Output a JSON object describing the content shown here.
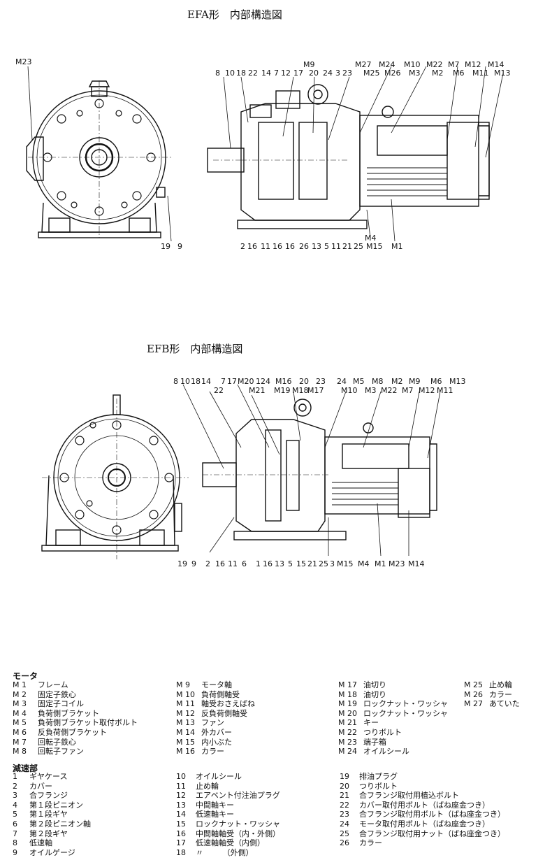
{
  "diagram_a": {
    "title": "EFA形　内部構造図",
    "labels_top": [
      "8",
      "10",
      "18",
      "22",
      "14",
      "7",
      "12",
      "17",
      "20",
      "24",
      "3",
      "23",
      "M27",
      "M24",
      "M10",
      "M22",
      "M7",
      "M12",
      "M14",
      "M9",
      "M25",
      "M26",
      "M3",
      "M2",
      "M6",
      "M11",
      "M13"
    ],
    "label_m23": "M23",
    "labels_bottom": [
      "2",
      "16",
      "11",
      "16",
      "16",
      "26",
      "13",
      "5",
      "11",
      "21",
      "25",
      "M15",
      "M1",
      "M4"
    ],
    "labels_left_bottom": [
      "19",
      "9"
    ]
  },
  "diagram_b": {
    "title": "EFB形　内部構造図",
    "labels_top": [
      "8",
      "10",
      "18",
      "14",
      "7",
      "17",
      "M20",
      "12",
      "4",
      "M16",
      "20",
      "23",
      "24",
      "M5",
      "M8",
      "M2",
      "M9",
      "M6",
      "M13",
      "22",
      "M21",
      "M19",
      "M18",
      "M17",
      "M10",
      "M3",
      "M22",
      "M7",
      "M12",
      "M11"
    ],
    "labels_bottom": [
      "2",
      "16",
      "11",
      "6",
      "1",
      "16",
      "13",
      "5",
      "15",
      "21",
      "25",
      "3",
      "M15",
      "M4",
      "M1",
      "M23",
      "M14"
    ],
    "labels_left_bottom": [
      "19",
      "9"
    ]
  },
  "legend": {
    "motor_header": "モータ",
    "motor_items": [
      {
        "code": "M 1",
        "name": "フレーム"
      },
      {
        "code": "M 2",
        "name": "固定子鉄心"
      },
      {
        "code": "M 3",
        "name": "固定子コイル"
      },
      {
        "code": "M 4",
        "name": "負荷側ブラケット"
      },
      {
        "code": "M 5",
        "name": "負荷側ブラケット取付ボルト"
      },
      {
        "code": "M 6",
        "name": "反負荷側ブラケット"
      },
      {
        "code": "M 7",
        "name": "回転子鉄心"
      },
      {
        "code": "M 8",
        "name": "回転子ファン"
      },
      {
        "code": "M 9",
        "name": "モータ軸"
      },
      {
        "code": "M 10",
        "name": "負荷側軸受"
      },
      {
        "code": "M 11",
        "name": "軸受おさえばね"
      },
      {
        "code": "M 12",
        "name": "反負荷側軸受"
      },
      {
        "code": "M 13",
        "name": "ファン"
      },
      {
        "code": "M 14",
        "name": "外カバー"
      },
      {
        "code": "M 15",
        "name": "内小ぶた"
      },
      {
        "code": "M 16",
        "name": "カラー"
      },
      {
        "code": "M 17",
        "name": "油切り"
      },
      {
        "code": "M 18",
        "name": "油切り"
      },
      {
        "code": "M 19",
        "name": "ロックナット・ワッシャ"
      },
      {
        "code": "M 20",
        "name": "ロックナット・ワッシャ"
      },
      {
        "code": "M 21",
        "name": "キー"
      },
      {
        "code": "M 22",
        "name": "つりボルト"
      },
      {
        "code": "M 23",
        "name": "端子箱"
      },
      {
        "code": "M 24",
        "name": "オイルシール"
      },
      {
        "code": "M 25",
        "name": "止め輪"
      },
      {
        "code": "M 26",
        "name": "カラー"
      },
      {
        "code": "M 27",
        "name": "あていた"
      }
    ],
    "reducer_header": "減速部",
    "reducer_items": [
      {
        "code": "1",
        "name": "ギヤケース"
      },
      {
        "code": "2",
        "name": "カバー"
      },
      {
        "code": "3",
        "name": "合フランジ"
      },
      {
        "code": "4",
        "name": "第１段ピニオン"
      },
      {
        "code": "5",
        "name": "第１段ギヤ"
      },
      {
        "code": "6",
        "name": "第２段ピニオン軸"
      },
      {
        "code": "7",
        "name": "第２段ギヤ"
      },
      {
        "code": "8",
        "name": "低速軸"
      },
      {
        "code": "9",
        "name": "オイルゲージ"
      },
      {
        "code": "10",
        "name": "オイルシール"
      },
      {
        "code": "11",
        "name": "止め輪"
      },
      {
        "code": "12",
        "name": "エアベント付注油プラグ"
      },
      {
        "code": "13",
        "name": "中間軸キー"
      },
      {
        "code": "14",
        "name": "低速軸キー"
      },
      {
        "code": "15",
        "name": "ロックナット・ワッシャ"
      },
      {
        "code": "16",
        "name": "中間軸軸受（内・外側）"
      },
      {
        "code": "17",
        "name": "低速軸軸受（内側）"
      },
      {
        "code": "18",
        "name": "〃　　　（外側）"
      },
      {
        "code": "19",
        "name": "排油プラグ"
      },
      {
        "code": "20",
        "name": "つりボルト"
      },
      {
        "code": "21",
        "name": "合フランジ取付用植込ボルト"
      },
      {
        "code": "22",
        "name": "カバー取付用ボルト（ばね座金つき）"
      },
      {
        "code": "23",
        "name": "合フランジ取付用ボルト（ばね座金つき）"
      },
      {
        "code": "24",
        "name": "モータ取付用ボルト（ばね座金つき）"
      },
      {
        "code": "25",
        "name": "合フランジ取付用ナット（ばね座金つき）"
      },
      {
        "code": "26",
        "name": "カラー"
      }
    ]
  }
}
